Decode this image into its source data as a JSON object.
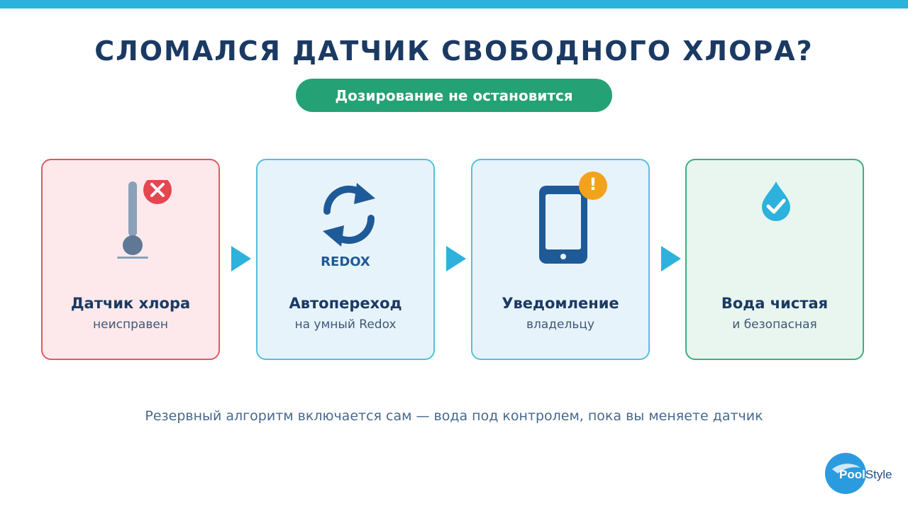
{
  "title": "СЛОМАЛСЯ ДАТЧИК СВОБОДНОГО ХЛОРА?",
  "subtitle_pill": "Дозирование не остановится",
  "steps": [
    {
      "title": "Датчик хлора",
      "subtitle": "неисправен",
      "icon": "sensor-error-icon"
    },
    {
      "title": "Автопереход",
      "subtitle": "на умный Redox",
      "icon": "redox-cycle-icon",
      "icon_text": "REDOX"
    },
    {
      "title": "Уведомление",
      "subtitle": "владельцу",
      "icon": "phone-alert-icon",
      "badge_text": "!"
    },
    {
      "title": "Вода чистая",
      "subtitle": "и безопасная",
      "icon": "water-drop-check-icon"
    }
  ],
  "footer_text": "Резервный алгоритм включается сам — вода под контролем, пока вы меняете датчик",
  "logo": {
    "part1": "Pool",
    "part2": "Style"
  },
  "colors": {
    "accent": "#2cb2dc",
    "title": "#1b3a63",
    "pill": "#25a176",
    "error": "#e5464f",
    "warning": "#f3a21d"
  }
}
